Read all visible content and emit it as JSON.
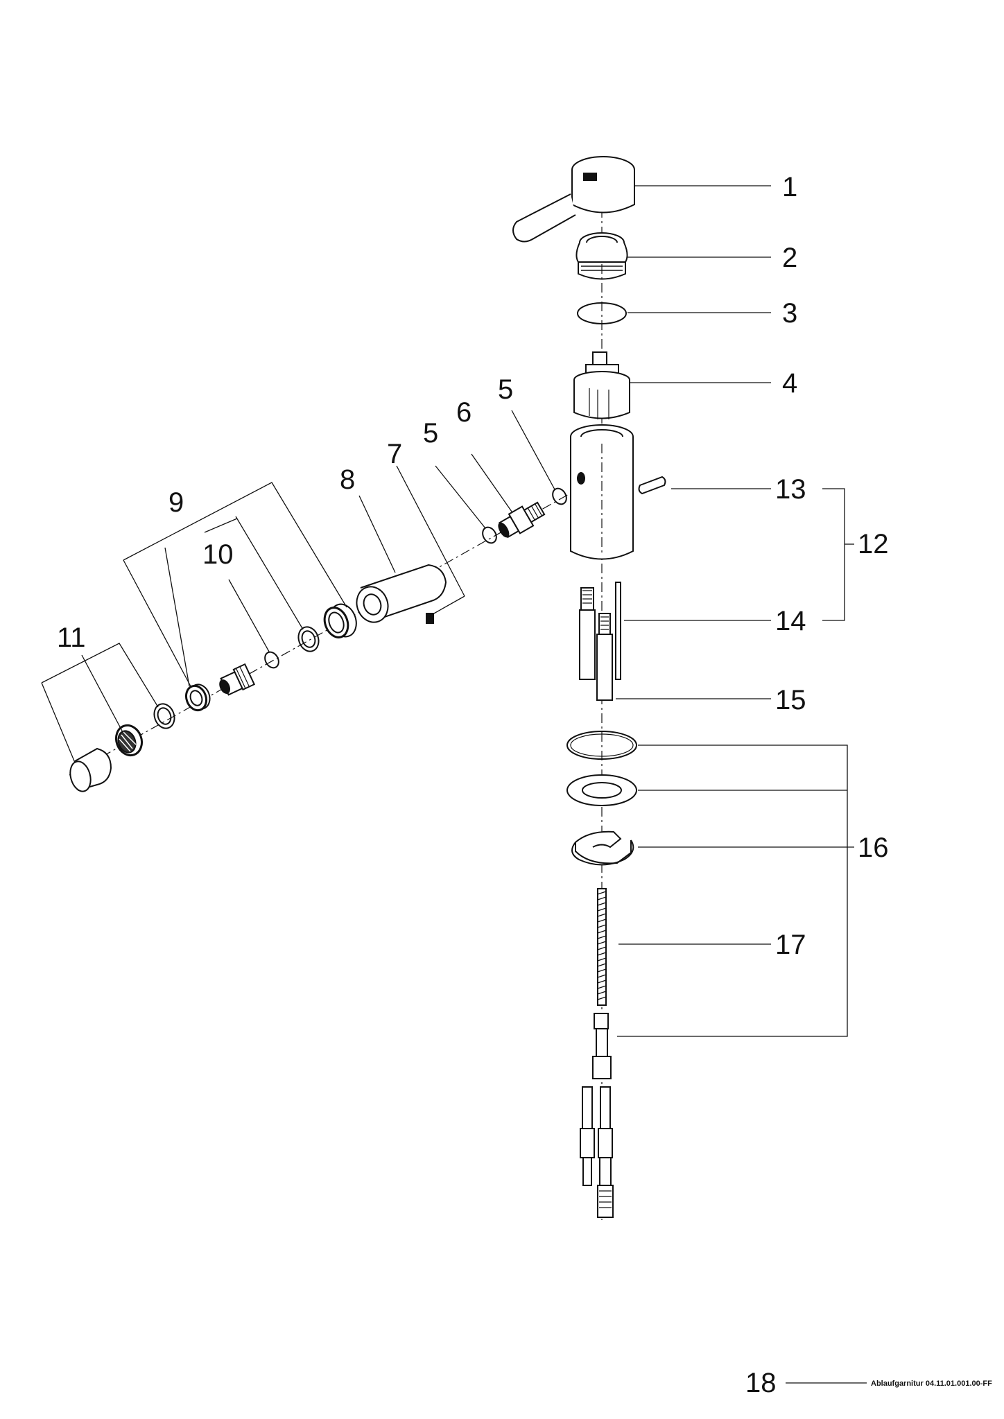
{
  "callouts": {
    "c1": "1",
    "c2": "2",
    "c3": "3",
    "c4": "4",
    "c5a": "5",
    "c5b": "5",
    "c6": "6",
    "c7": "7",
    "c8": "8",
    "c9": "9",
    "c10": "10",
    "c11": "11",
    "c12": "12",
    "c13": "13",
    "c14": "14",
    "c15": "15",
    "c16": "16",
    "c17": "17"
  },
  "footer": {
    "page_number": "18",
    "document_ref": "Ablaufgarnitur 04.11.01.001.00-FF"
  },
  "colors": {
    "ink": "#111111",
    "paper": "#ffffff",
    "shade": "#bdbdbd"
  }
}
